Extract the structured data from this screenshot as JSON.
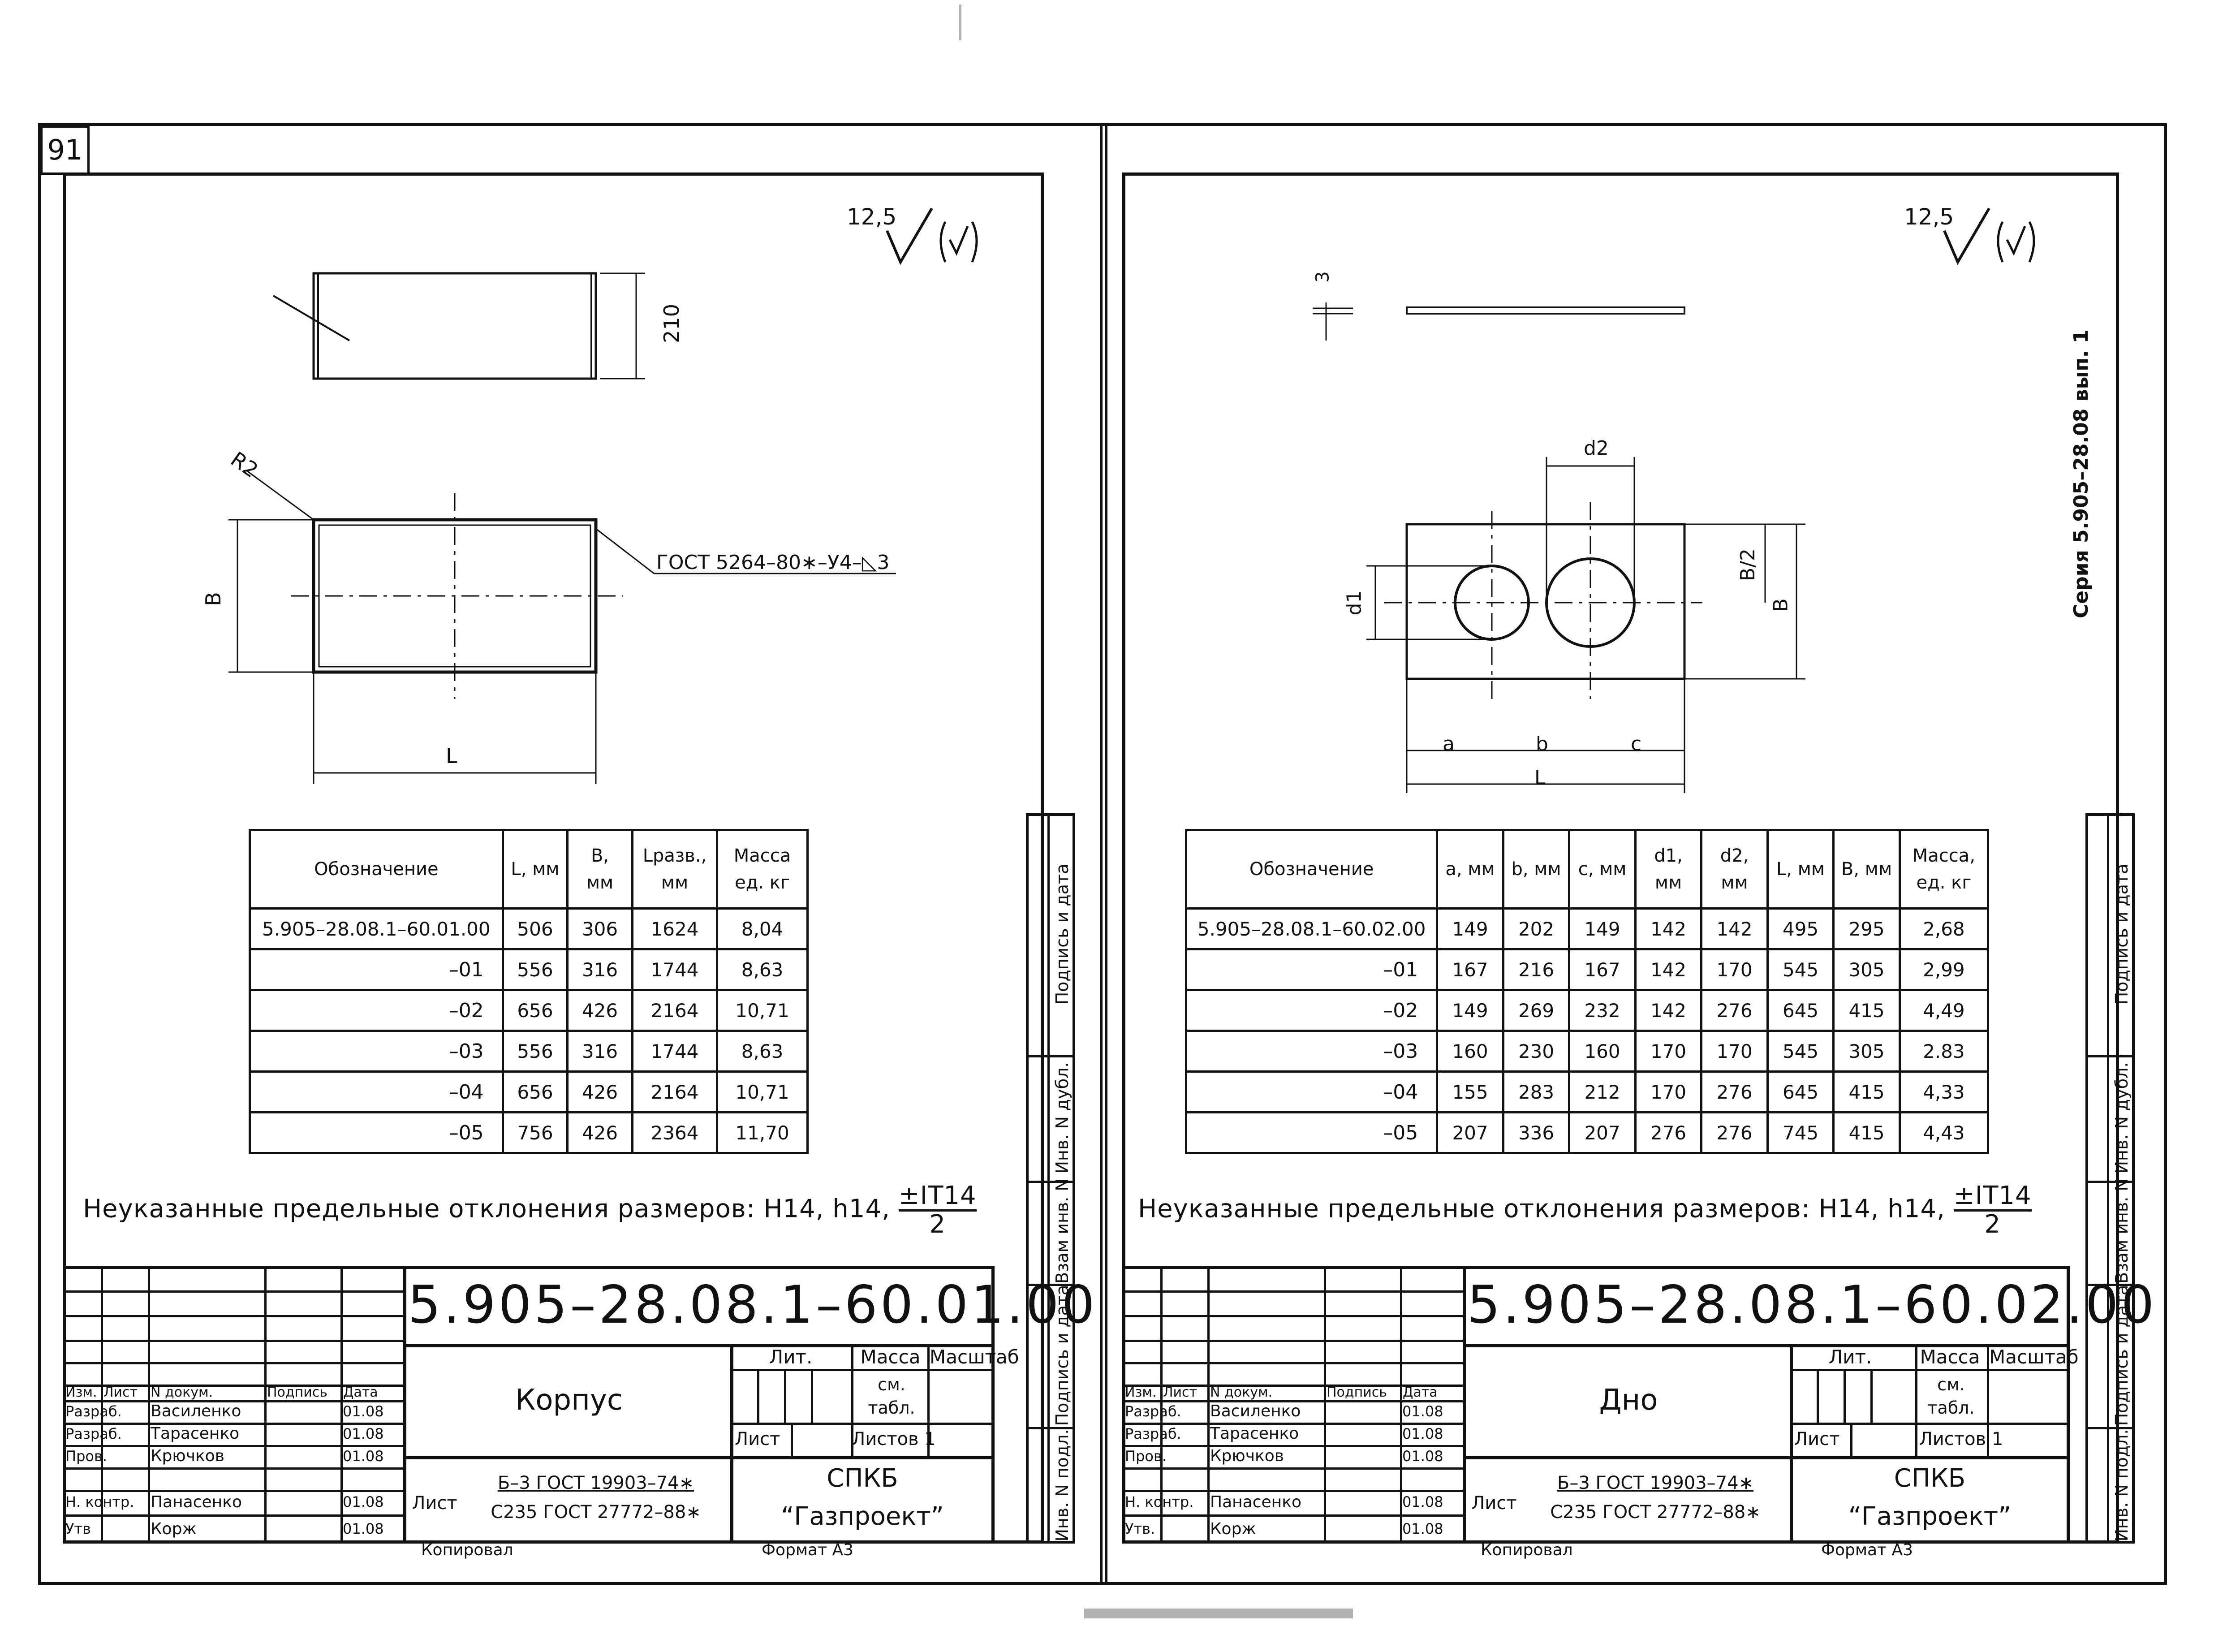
{
  "page_number": "91",
  "series": "Серия 5.905–28.08 вып. 1",
  "roughness": "12,5",
  "left": {
    "drawing": {
      "dim_210": "210",
      "dim_r2": "R2",
      "dim_b": "B",
      "dim_l": "L",
      "weld": "ГОСТ 5264–80∗–У4–◺3"
    },
    "table": {
      "headers": [
        "Обозначение",
        "L, мм",
        "B, мм",
        "Lразв., мм",
        "Масса ед. кг"
      ],
      "rows": [
        [
          "5.905–28.08.1–60.01.00",
          "506",
          "306",
          "1624",
          "8,04"
        ],
        [
          "–01",
          "556",
          "316",
          "1744",
          "8,63"
        ],
        [
          "–02",
          "656",
          "426",
          "2164",
          "10,71"
        ],
        [
          "–03",
          "556",
          "316",
          "1744",
          "8,63"
        ],
        [
          "–04",
          "656",
          "426",
          "2164",
          "10,71"
        ],
        [
          "–05",
          "756",
          "426",
          "2364",
          "11,70"
        ]
      ]
    },
    "note": "Неуказанные предельные отклонения размеров: H14, h14,",
    "note_num": "±IT14",
    "note_den": "2",
    "title_block": {
      "doc_number": "5.905–28.08.1–60.01.00",
      "name": "Корпус",
      "lit": "Лит.",
      "mass": "Масса",
      "scale": "Масштаб",
      "see_table": "см. табл.",
      "sheet": "Лист",
      "sheets": "Листов 1",
      "org1": "СПКБ",
      "org2": "“Газпроект”",
      "material_label": "Лист",
      "material_top": "Б–3 ГОСТ 19903–74∗",
      "material_bottom": "С235 ГОСТ 27772–88∗",
      "hdr": [
        "Изм.",
        "Лист",
        "N докум.",
        "Подпись",
        "Дата"
      ],
      "people": [
        [
          "Разраб.",
          "Василенко",
          "01.08"
        ],
        [
          "Разраб.",
          "Тарасенко",
          "01.08"
        ],
        [
          "Пров.",
          "Крючков",
          "01.08"
        ],
        [
          "",
          "",
          ""
        ],
        [
          "Н. контр.",
          "Панасенко",
          "01.08"
        ],
        [
          "Утв",
          "Корж",
          "01.08"
        ]
      ],
      "copied": "Копировал",
      "format": "Формат А3"
    }
  },
  "right": {
    "drawing": {
      "dim_3": "3",
      "dim_d2": "d2",
      "dim_d1": "d1",
      "dim_b2": "B/2",
      "dim_b": "B",
      "dim_a": "a",
      "dim_bb": "b",
      "dim_c": "c",
      "dim_l": "L"
    },
    "table": {
      "headers": [
        "Обозначение",
        "a, мм",
        "b, мм",
        "c, мм",
        "d1, мм",
        "d2, мм",
        "L, мм",
        "B, мм",
        "Масса, ед. кг"
      ],
      "rows": [
        [
          "5.905–28.08.1–60.02.00",
          "149",
          "202",
          "149",
          "142",
          "142",
          "495",
          "295",
          "2,68"
        ],
        [
          "–01",
          "167",
          "216",
          "167",
          "142",
          "170",
          "545",
          "305",
          "2,99"
        ],
        [
          "–02",
          "149",
          "269",
          "232",
          "142",
          "276",
          "645",
          "415",
          "4,49"
        ],
        [
          "–03",
          "160",
          "230",
          "160",
          "170",
          "170",
          "545",
          "305",
          "2.83"
        ],
        [
          "–04",
          "155",
          "283",
          "212",
          "170",
          "276",
          "645",
          "415",
          "4,33"
        ],
        [
          "–05",
          "207",
          "336",
          "207",
          "276",
          "276",
          "745",
          "415",
          "4,43"
        ]
      ]
    },
    "note": "Неуказанные предельные отклонения размеров: H14, h14,",
    "note_num": "±IT14",
    "note_den": "2",
    "title_block": {
      "doc_number": "5.905–28.08.1–60.02.00",
      "name": "Дно",
      "lit": "Лит.",
      "mass": "Масса",
      "scale": "Масштаб",
      "see_table": "см. табл.",
      "sheet": "Лист",
      "sheets": "Листов 1",
      "org1": "СПКБ",
      "org2": "“Газпроект”",
      "material_label": "Лист",
      "material_top": "Б–3 ГОСТ 19903–74∗",
      "material_bottom": "С235 ГОСТ 27772–88∗",
      "hdr": [
        "Изм.",
        "Лист",
        "N докум.",
        "Подпись",
        "Дата"
      ],
      "people": [
        [
          "Разраб.",
          "Василенко",
          "01.08"
        ],
        [
          "Разраб.",
          "Тарасенко",
          "01.08"
        ],
        [
          "Пров.",
          "Крючков",
          "01.08"
        ],
        [
          "",
          "",
          ""
        ],
        [
          "Н. контр.",
          "Панасенко",
          "01.08"
        ],
        [
          "Утв.",
          "Корж",
          "01.08"
        ]
      ],
      "copied": "Копировал",
      "format": "Формат А3"
    }
  },
  "side_stamp": [
    "Инв. N подл.",
    "Подпись и дата",
    "Взам инв. N",
    "Инв. N дубл.",
    "Подпись и дата"
  ]
}
